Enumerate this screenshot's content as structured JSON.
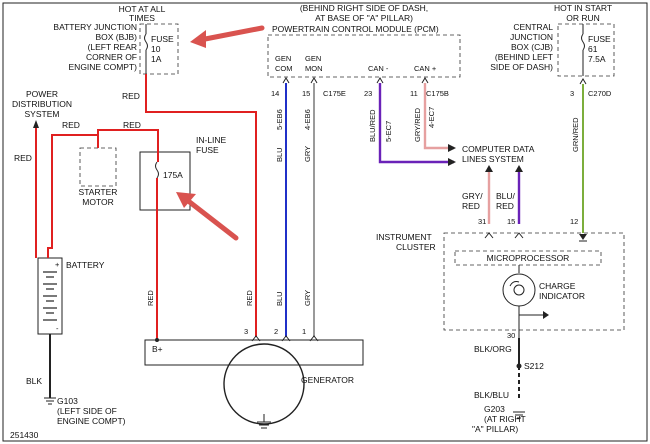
{
  "colors": {
    "red_wire": "#e02020",
    "blue_wire": "#2030c8",
    "gray_wire": "#9a9a9a",
    "purple_wire": "#6a22b8",
    "pink_wire": "#e6a0a0",
    "green_wire": "#7cae3c",
    "black_wire": "#222222",
    "arrow": "#d9534f"
  },
  "diagram_id": "251430",
  "bjb": {
    "header1": "HOT AT ALL",
    "header2": "TIMES",
    "label1": "BATTERY JUNCTION",
    "label2": "BOX (BJB)",
    "label3": "(LEFT REAR",
    "label4": "CORNER OF",
    "label5": "ENGINE COMPT)",
    "fuse1": "FUSE",
    "fuse2": "10",
    "fuse3": "1A",
    "wire": "RED"
  },
  "pcm": {
    "header1": "(BEHIND RIGHT SIDE OF DASH,",
    "header2": "AT BASE OF \"A\" PILLAR)",
    "title": "POWERTRAIN CONTROL MODULE (PCM)",
    "pin_gen_com_1": "GEN",
    "pin_gen_com_2": "COM",
    "pin_gen_mon_1": "GEN",
    "pin_gen_mon_2": "MON",
    "pin_can_minus": "CAN -",
    "pin_can_plus": "CAN +",
    "pin14": "14",
    "pin15": "15",
    "connector1": "C175E",
    "pin23": "23",
    "pin11": "11",
    "connector2": "C175B"
  },
  "cjb": {
    "header1": "HOT IN START",
    "header2": "OR RUN",
    "label1": "CENTRAL",
    "label2": "JUNCTION",
    "label3": "BOX (CJB)",
    "label4": "(BEHIND LEFT",
    "label5": "SIDE OF DASH)",
    "fuse1": "FUSE",
    "fuse2": "61",
    "fuse3": "7.5A",
    "pin": "3",
    "connector": "C270D",
    "wire": "GRN/RED"
  },
  "pds": {
    "label1": "POWER",
    "label2": "DISTRIBUTION",
    "label3": "SYSTEM",
    "wire": "RED"
  },
  "starter": {
    "wire1": "RED",
    "wire2": "RED",
    "label1": "STARTER",
    "label2": "MOTOR"
  },
  "inline_fuse": {
    "label1": "IN-LINE",
    "label2": "FUSE",
    "rating": "175A",
    "wire": "RED"
  },
  "battery": {
    "label": "BATTERY",
    "plus": "+",
    "minus": "-",
    "wire": "BLK",
    "ground": "G103",
    "ground_loc1": "(LEFT SIDE OF",
    "ground_loc2": "ENGINE COMPT)"
  },
  "wires": {
    "gen_com_circuit": "5-EB6",
    "gen_mon_circuit": "4-EB6",
    "gen_com_color": "BLU",
    "gen_mon_color": "GRY",
    "can_minus_color": "BLU/RED",
    "can_minus_circuit": "5-EC7",
    "can_plus_color": "GRY/RED",
    "can_plus_circuit": "4-EC7",
    "gen_b_plus": "RED",
    "gen_red": "RED",
    "gen_blu": "BLU",
    "gen_gry": "GRY"
  },
  "data_lines": {
    "label1": "COMPUTER DATA",
    "label2": "LINES SYSTEM"
  },
  "cluster": {
    "label1": "INSTRUMENT",
    "label2": "CLUSTER",
    "wire31_1": "GRY/",
    "wire31_2": "RED",
    "wire15_1": "BLU/",
    "wire15_2": "RED",
    "pin31": "31",
    "pin15": "15",
    "pin12": "12",
    "micro": "MICROPROCESSOR",
    "charge1": "CHARGE",
    "charge2": "INDICATOR",
    "pin30": "30",
    "wire30": "BLK/ORG",
    "splice": "S212",
    "wire_ground": "BLK/BLU",
    "ground": "G203",
    "ground_loc1": "(AT RIGHT",
    "ground_loc2": "\"A\" PILLAR)"
  },
  "generator": {
    "label": "GENERATOR",
    "pin3": "3",
    "pin2": "2",
    "pin1": "1",
    "b_plus": "B+"
  }
}
